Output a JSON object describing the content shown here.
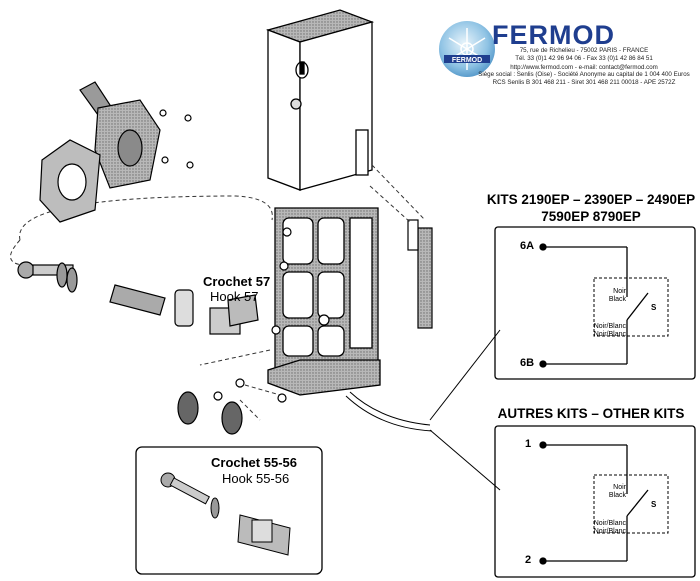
{
  "brand": {
    "name": "FERMOD",
    "logo_text": "FERMOD",
    "address": "75, rue de Richelieu - 75002 PARIS - FRANCE",
    "phone": "Tél. 33 (0)1 42 96 94 06 - Fax 33 (0)1 42 86 84 51",
    "web": "http://www.fermod.com - e-mail: contact@fermod.com",
    "registered": "Siège social : Senlis (Oise) - Société Anonyme au capital de 1 004 400 Euros",
    "rcs": "RCS Senlis B 301 468 211 - Siret 301 468 211 00018 - APE 2572Z"
  },
  "kit1": {
    "title_line1": "KITS 2190EP – 2390EP – 2490EP",
    "title_line2": "7590EP 8790EP",
    "terminal_top": "6A",
    "terminal_bottom": "6B",
    "switch_noir": "Noir",
    "switch_black": "Black",
    "switch_noirblanc": "Noir/Blanc",
    "switch_noirblanc2": "Noir/Blanc",
    "switch_s": "S"
  },
  "kit2": {
    "title": "AUTRES KITS – OTHER KITS",
    "terminal_top": "1",
    "terminal_bottom": "2",
    "switch_noir": "Noir",
    "switch_black": "Black",
    "switch_noirblanc": "Noir/Blanc",
    "switch_noirblanc2": "Noir/Blanc",
    "switch_s": "S"
  },
  "hook57": {
    "fr": "Crochet 57",
    "en": "Hook 57"
  },
  "hook5556": {
    "fr": "Crochet 55-56",
    "en": "Hook 55-56"
  },
  "colors": {
    "brand_blue": "#1f3e8f",
    "logo_light": "#9ecbe8",
    "part_grey": "#8a8a8a"
  }
}
